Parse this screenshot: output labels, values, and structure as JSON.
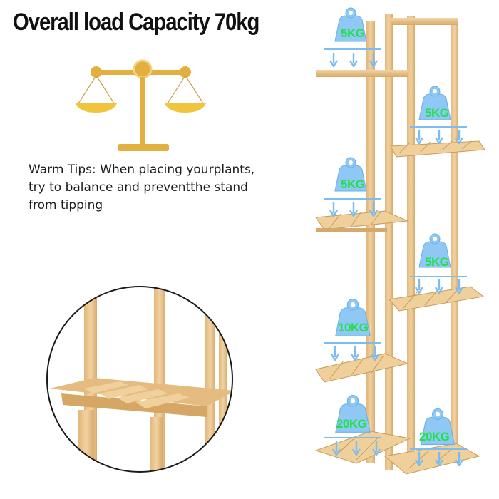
{
  "title": "Overall load Capacity 70kg",
  "tips": {
    "line1": "Warm Tips: When placing yourplants,",
    "line2": "try to balance and preventthe stand",
    "line3": "from tipping"
  },
  "weights": [
    {
      "label": "5KG",
      "shelf": "top-left"
    },
    {
      "label": "5KG",
      "shelf": "second-right"
    },
    {
      "label": "5KG",
      "shelf": "third-left"
    },
    {
      "label": "5KG",
      "shelf": "fourth-right"
    },
    {
      "label": "10KG",
      "shelf": "fifth-left"
    },
    {
      "label": "20KG",
      "shelf": "bottom-left"
    },
    {
      "label": "20KG",
      "shelf": "bottom-right"
    }
  ],
  "icons": [
    "balance-scale-icon",
    "weight-icon",
    "down-arrow-icon",
    "detail-zoom-circle"
  ],
  "colors": {
    "wood": "#e9c48d",
    "wood_dark": "#c99a5b",
    "weight_blue": "#8fc8f5",
    "label_green": "#22e04a",
    "scale_gold": "#e2b040"
  }
}
